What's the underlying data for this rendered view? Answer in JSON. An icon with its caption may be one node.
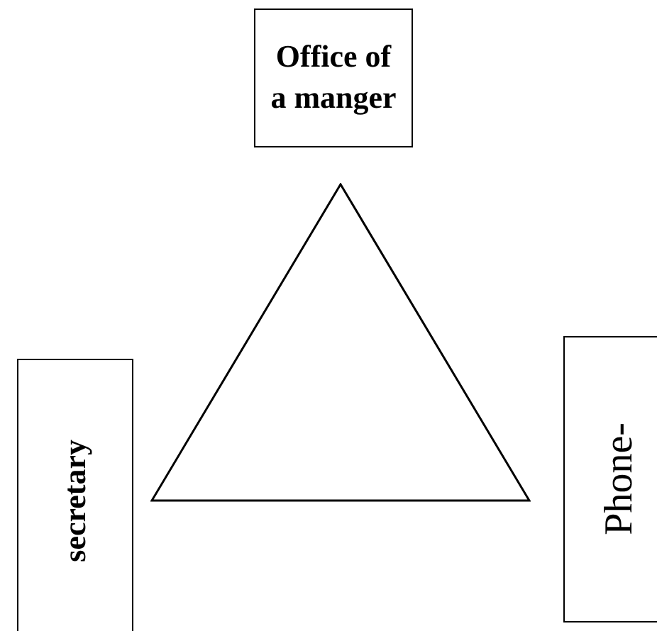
{
  "diagram": {
    "nodes": [
      {
        "text": [
          "Office of a manger"
        ]
      },
      {
        "text": [],
        "shape": "triangle"
      },
      {
        "text": [
          "secretary"
        ]
      },
      {
        "text": [
          "Phone-"
        ]
      }
    ]
  }
}
